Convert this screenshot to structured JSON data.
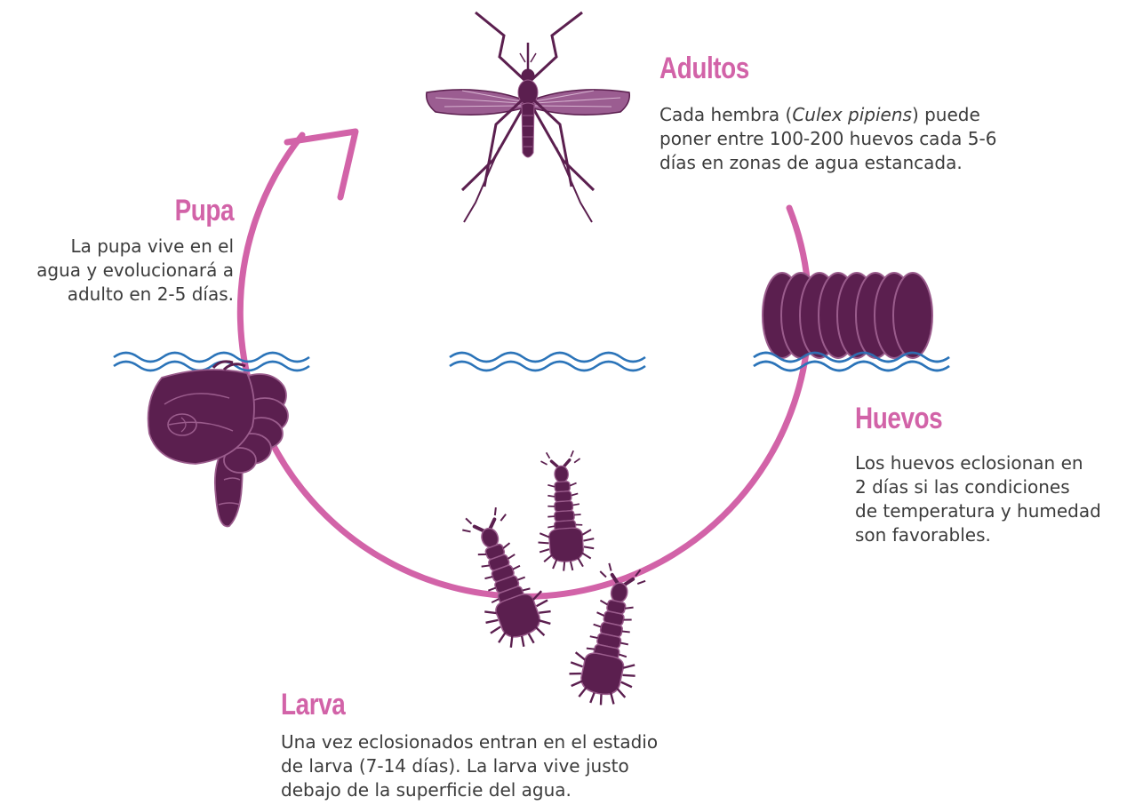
{
  "colors": {
    "cycle_arrow": "#d263a8",
    "creature_fill": "#5b1f4f",
    "creature_outline": "#9a5c8c",
    "water": "#2b74b9",
    "heading": "#d263a8",
    "body_text": "#3c3c3c"
  },
  "stages": {
    "adultos": {
      "title": "Adultos",
      "line1_before": "Cada hembra (",
      "line1_species": "Culex pipiens",
      "line1_after": ") puede",
      "line2": "poner entre 100-200 huevos cada 5-6",
      "line3": "días en zonas de agua estancada."
    },
    "pupa": {
      "title": "Pupa",
      "line1": "La pupa vive en el",
      "line2": "agua y evolucionará a",
      "line3": "adulto en 2-5 días."
    },
    "huevos": {
      "title": "Huevos",
      "line1": "Los huevos eclosionan en",
      "line2": "2 días si las condiciones",
      "line3": "de temperatura y humedad",
      "line4": "son favorables."
    },
    "larva": {
      "title": "Larva",
      "line1": "Una vez eclosionados entran en el estadio",
      "line2": "de larva (7-14 días). La larva vive justo",
      "line3": "debajo de la superficie del agua."
    }
  },
  "icons": [
    "mosquito-icon",
    "eggs-icon",
    "larva-icon",
    "pupa-icon",
    "water-wave-icon",
    "cycle-arrow-icon"
  ]
}
